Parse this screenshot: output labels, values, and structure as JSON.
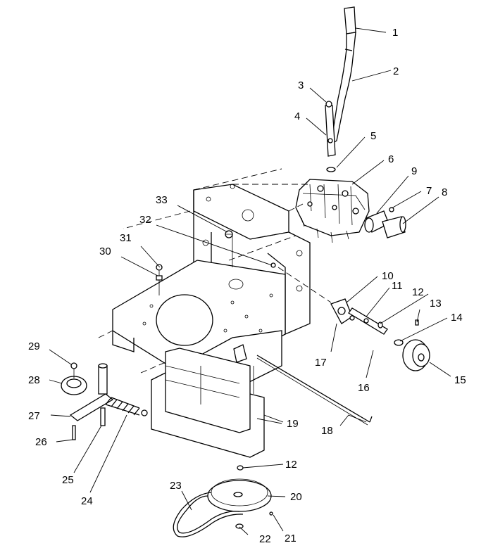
{
  "labels": {
    "p1": "1",
    "p2": "2",
    "p3": "3",
    "p4": "4",
    "p5": "5",
    "p6": "6",
    "p7": "7",
    "p8": "8",
    "p9": "9",
    "p10": "10",
    "p11": "11",
    "p12a": "12",
    "p12b": "12",
    "p13": "13",
    "p14": "14",
    "p15": "15",
    "p16": "16",
    "p17": "17",
    "p18": "18",
    "p19": "19",
    "p20": "20",
    "p21": "21",
    "p22": "22",
    "p23": "23",
    "p24": "24",
    "p25": "25",
    "p26": "26",
    "p27": "27",
    "p28": "28",
    "p29": "29",
    "p30": "30",
    "p31": "31",
    "p32": "32",
    "p33": "33"
  }
}
